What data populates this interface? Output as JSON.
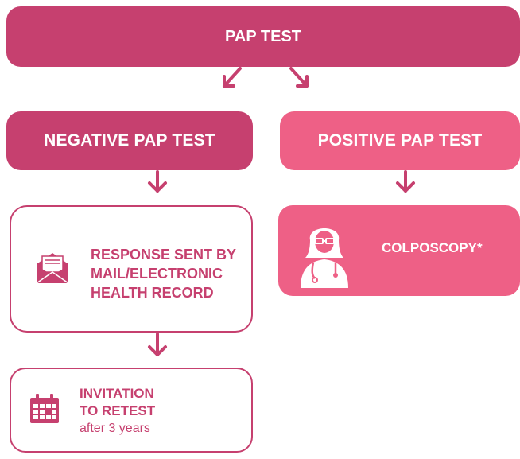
{
  "colors": {
    "primary": "#c6406f",
    "secondary": "#ee6086",
    "background": "#ffffff"
  },
  "top": {
    "label": "PAP TEST"
  },
  "negative": {
    "label": "NEGATIVE PAP TEST"
  },
  "positive": {
    "label": "POSITIVE PAP TEST"
  },
  "response": {
    "lines": [
      "RESPONSE SENT BY",
      "MAIL/ELECTRONIC",
      "HEALTH RECORD"
    ],
    "icon": "envelope-icon"
  },
  "colposcopy": {
    "label": "COLPOSCOPY*",
    "icon": "doctor-icon"
  },
  "invitation": {
    "line1": "INVITATION",
    "line2": "TO RETEST",
    "sub": "after 3 years",
    "icon": "calendar-icon"
  }
}
